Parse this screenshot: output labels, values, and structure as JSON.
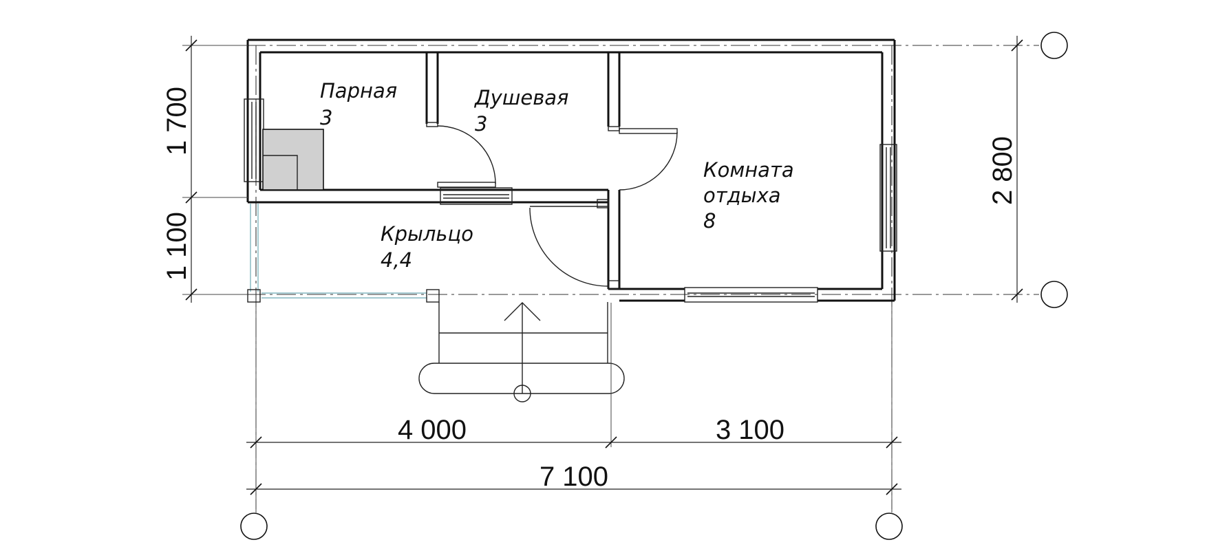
{
  "rooms": {
    "steam": {
      "name": "Парная",
      "area": "3"
    },
    "shower": {
      "name": "Душевая",
      "area": "3"
    },
    "lounge": {
      "name_line1": "Комната",
      "name_line2": "отдыха",
      "area": "8"
    },
    "porch": {
      "name": "Крыльцо",
      "area": "4,4"
    }
  },
  "dimensions": {
    "left_upper": "1 700",
    "left_lower": "1 100",
    "right_total": "2 800",
    "bottom_left": "4 000",
    "bottom_right": "3 100",
    "bottom_total": "7 100"
  },
  "colors": {
    "stove_fill": "#d0d0d0",
    "glazing": "#6aa9b3"
  }
}
